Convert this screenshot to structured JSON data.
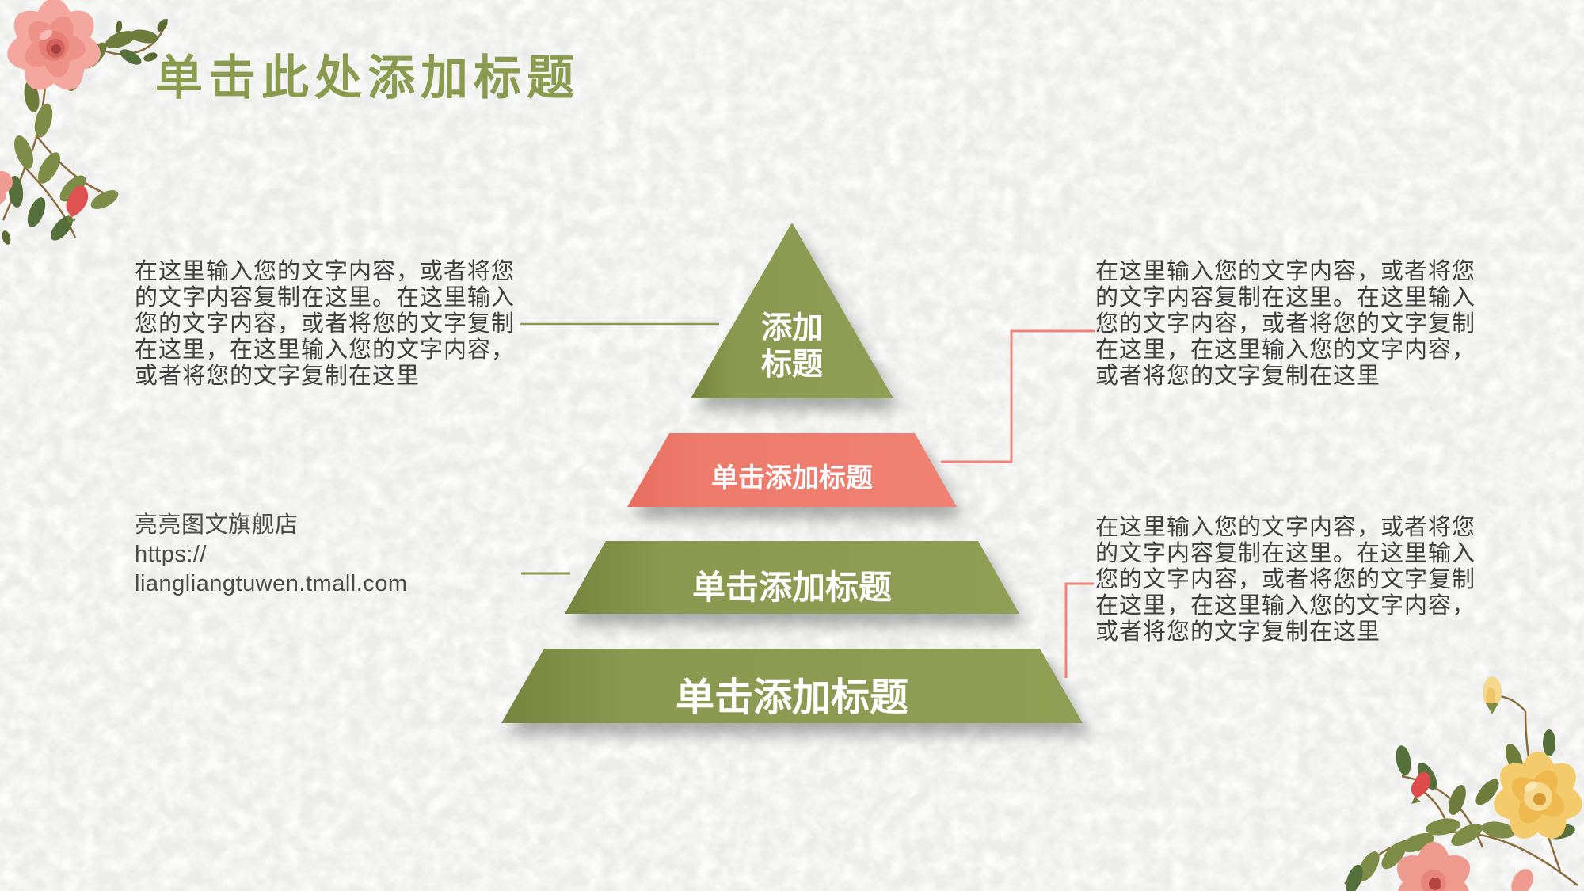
{
  "slide": {
    "title": "单击此处添加标题",
    "paragraph_lines": [
      "在这里输入您的文字内容，或者将您",
      "的文字内容复制在这里。在这里输入",
      "您的文字内容，或者将您的文字复制",
      "在这里，在这里输入您的文字内容，",
      "或者将您的文字复制在这里"
    ],
    "shop": {
      "name": "亮亮图文旗舰店",
      "url_line1": "https://",
      "url_line2": "liangliangtuwen.tmall.com"
    },
    "pyramid": {
      "level1_line1": "添加",
      "level1_line2": "标题",
      "level2_label": "单击添加标题",
      "level3_label": "单击添加标题",
      "level4_label": "单击添加标题"
    },
    "colors": {
      "olive_shape": "#8d9b52",
      "salmon_shape": "#ee7b6c",
      "title_green": "#8a9a4f",
      "connector_olive": "#8a9a50",
      "connector_salmon": "#f0837a",
      "body_text": "#3e3e3e",
      "background": "#ededeb"
    },
    "icons": {
      "floral_top_left": "rose-floral-decoration",
      "floral_bottom_right": "rose-floral-decoration"
    }
  }
}
